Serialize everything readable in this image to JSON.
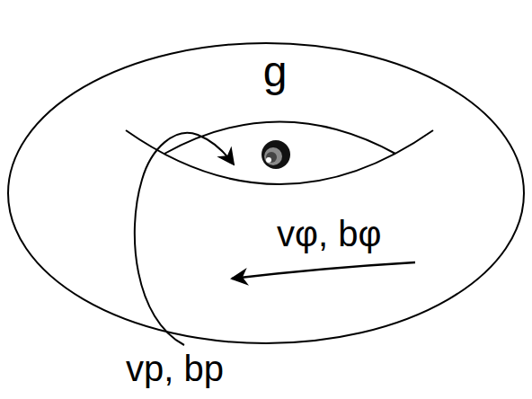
{
  "diagram": {
    "labels": [
      "g",
      "vφ, bφ",
      "vp, bp"
    ]
  }
}
